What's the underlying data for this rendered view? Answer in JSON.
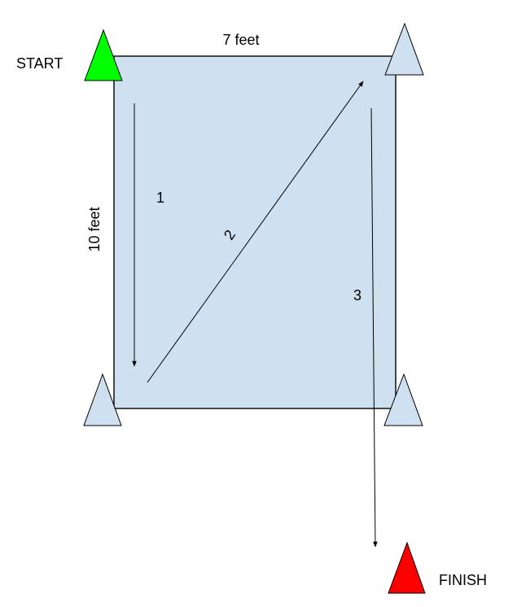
{
  "labels": {
    "start": "START",
    "finish": "FINISH",
    "width": "7 feet",
    "height": "10 feet",
    "step1": "1",
    "step2": "2",
    "step3": "3"
  },
  "colors": {
    "field_fill": "#cfe0f1",
    "cone_fill": "#cfe0f1",
    "start_cone": "#00ff00",
    "finish_cone": "#ff0000",
    "outline": "#000000"
  },
  "icons": {
    "cone": "triangle-cone-icon",
    "arrow": "arrow-line-icon"
  }
}
